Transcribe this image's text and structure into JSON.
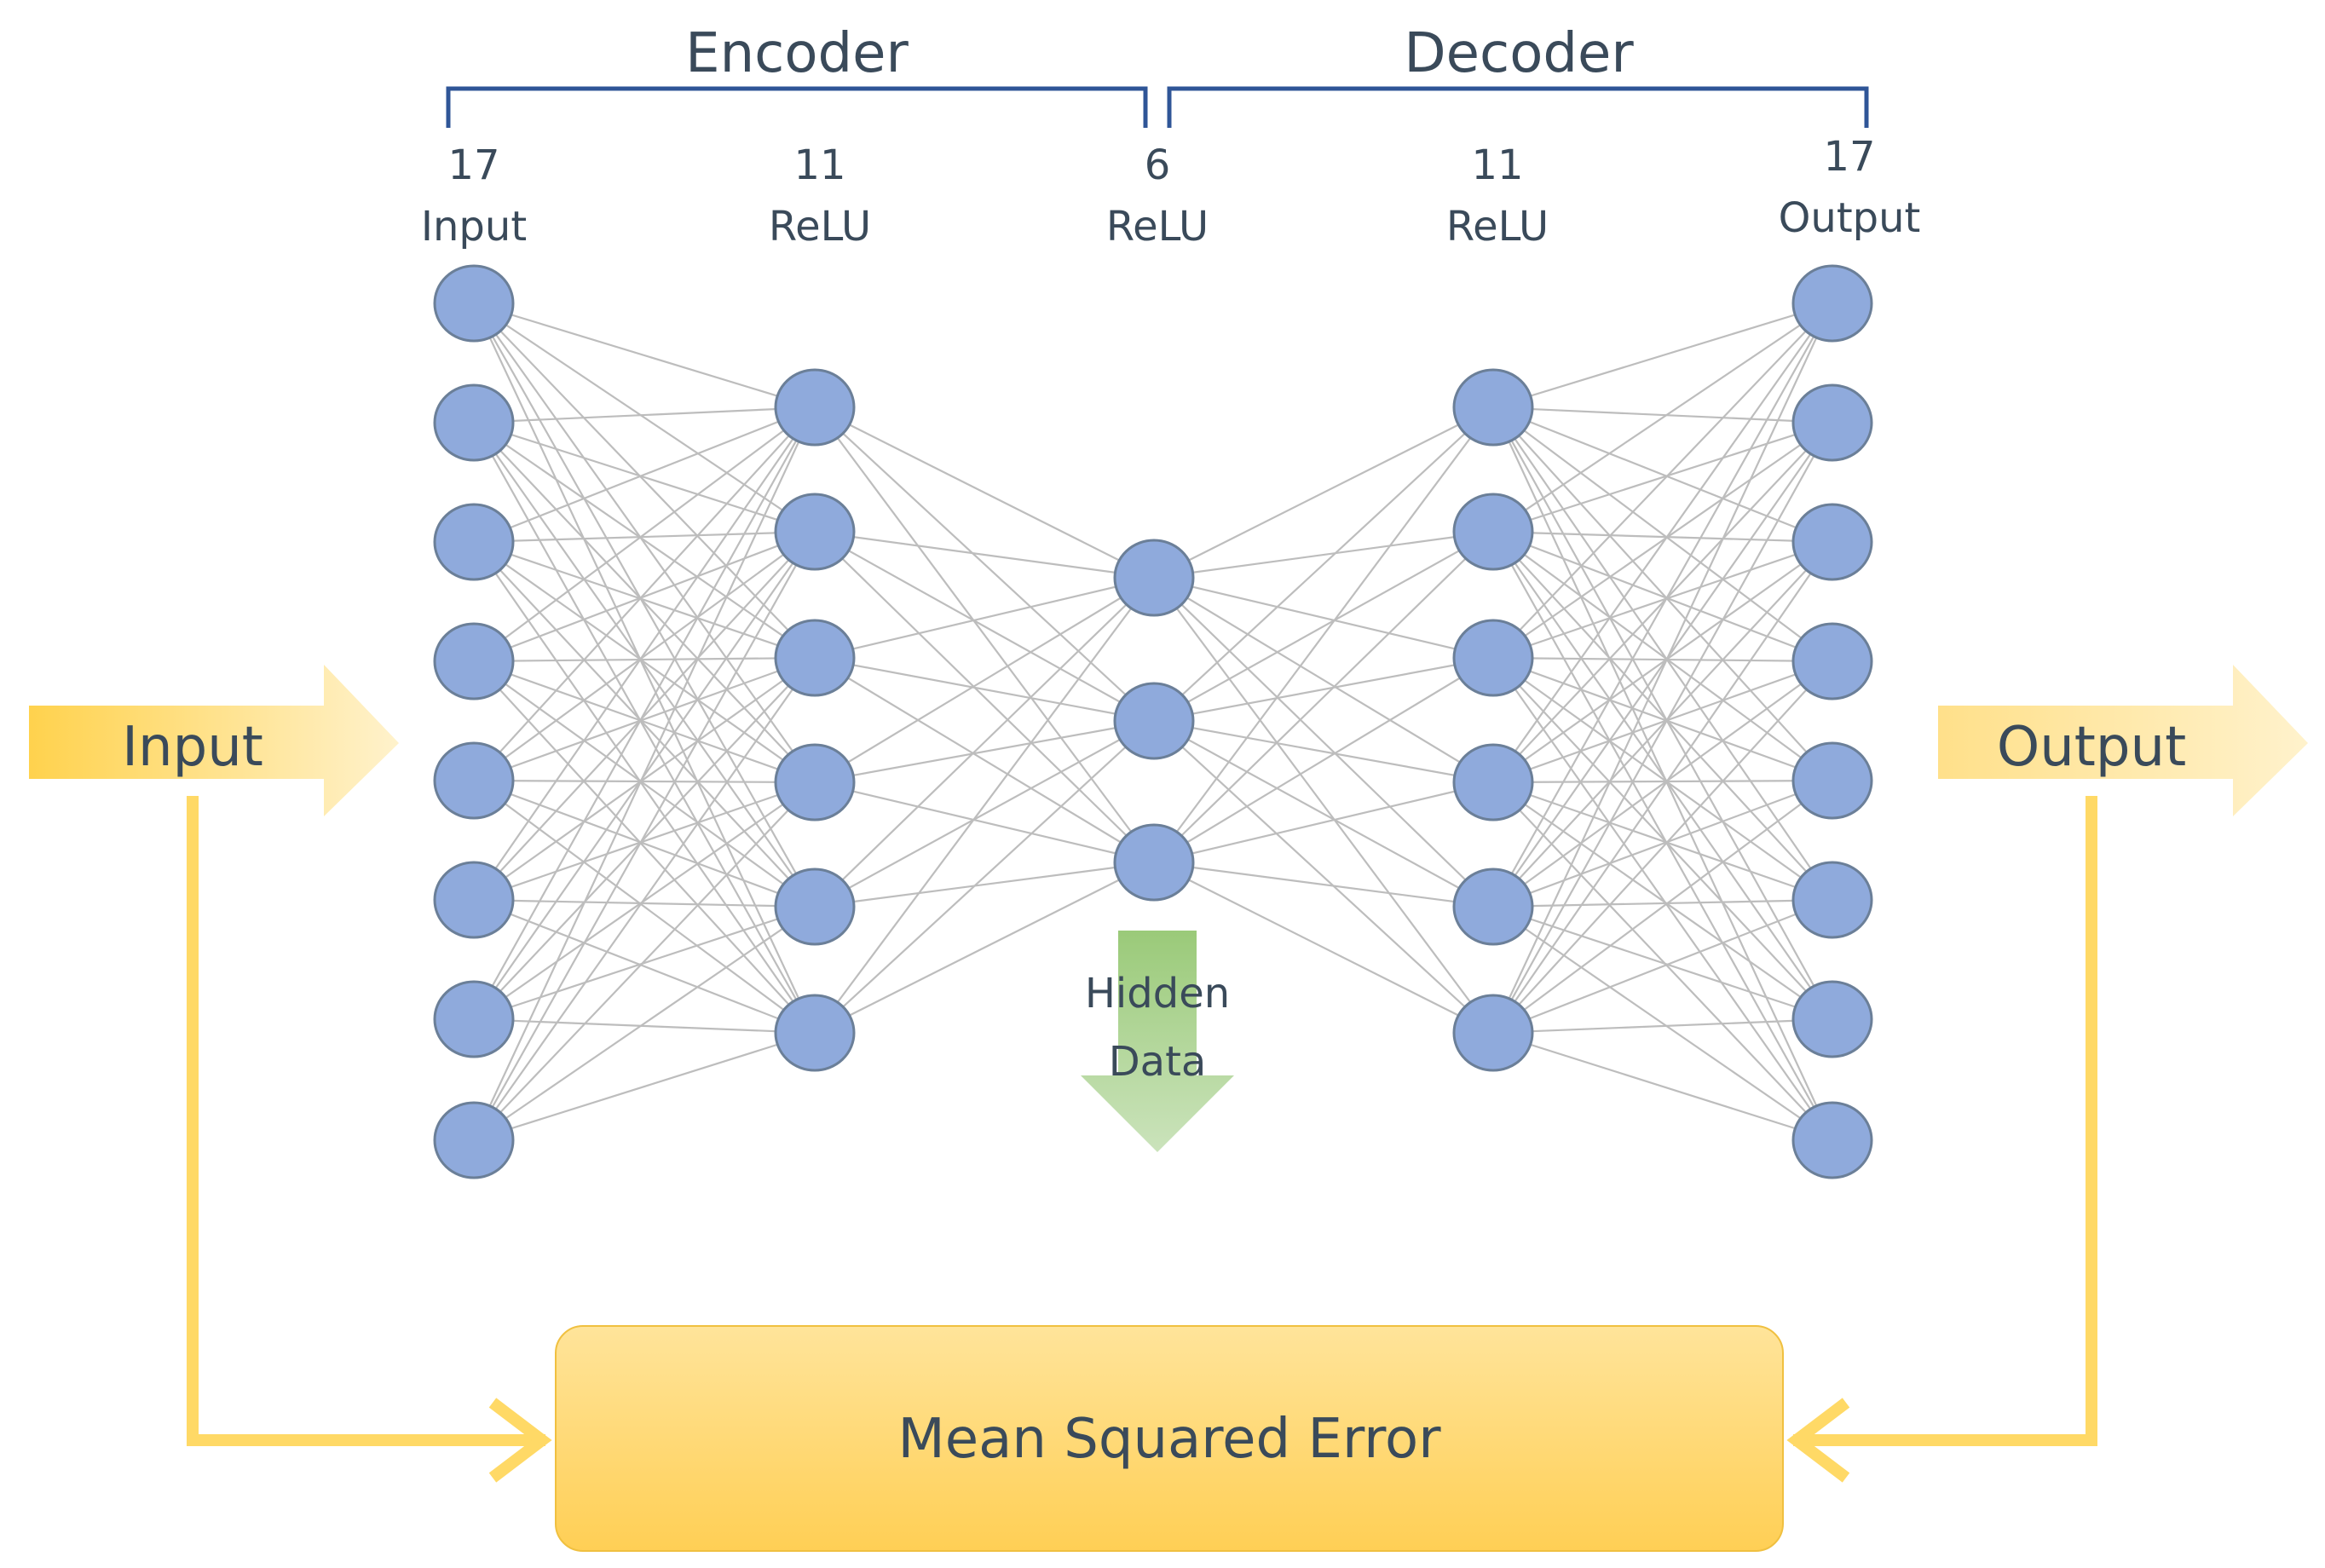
{
  "groups": {
    "encoder": "Encoder",
    "decoder": "Decoder"
  },
  "layers": [
    {
      "size": "17",
      "activation": "Input",
      "nodes_drawn": 8
    },
    {
      "size": "11",
      "activation": "ReLU",
      "nodes_drawn": 6
    },
    {
      "size": "6",
      "activation": "ReLU",
      "nodes_drawn": 3
    },
    {
      "size": "11",
      "activation": "ReLU",
      "nodes_drawn": 6
    },
    {
      "size": "17",
      "activation": "Output",
      "nodes_drawn": 8
    }
  ],
  "input_arrow": "Input",
  "output_arrow": "Output",
  "hidden_line1": "Hidden",
  "hidden_line2": "Data",
  "loss_box": "Mean Squared Error",
  "colors": {
    "node_fill": "#8faadc",
    "node_stroke": "#6b7f98",
    "edge": "#bdbdbd",
    "bracket": "#2f5597",
    "flow_arrow": "#ffd966",
    "hidden_arrow": "#a9d18e",
    "text": "#3a4a5a"
  }
}
